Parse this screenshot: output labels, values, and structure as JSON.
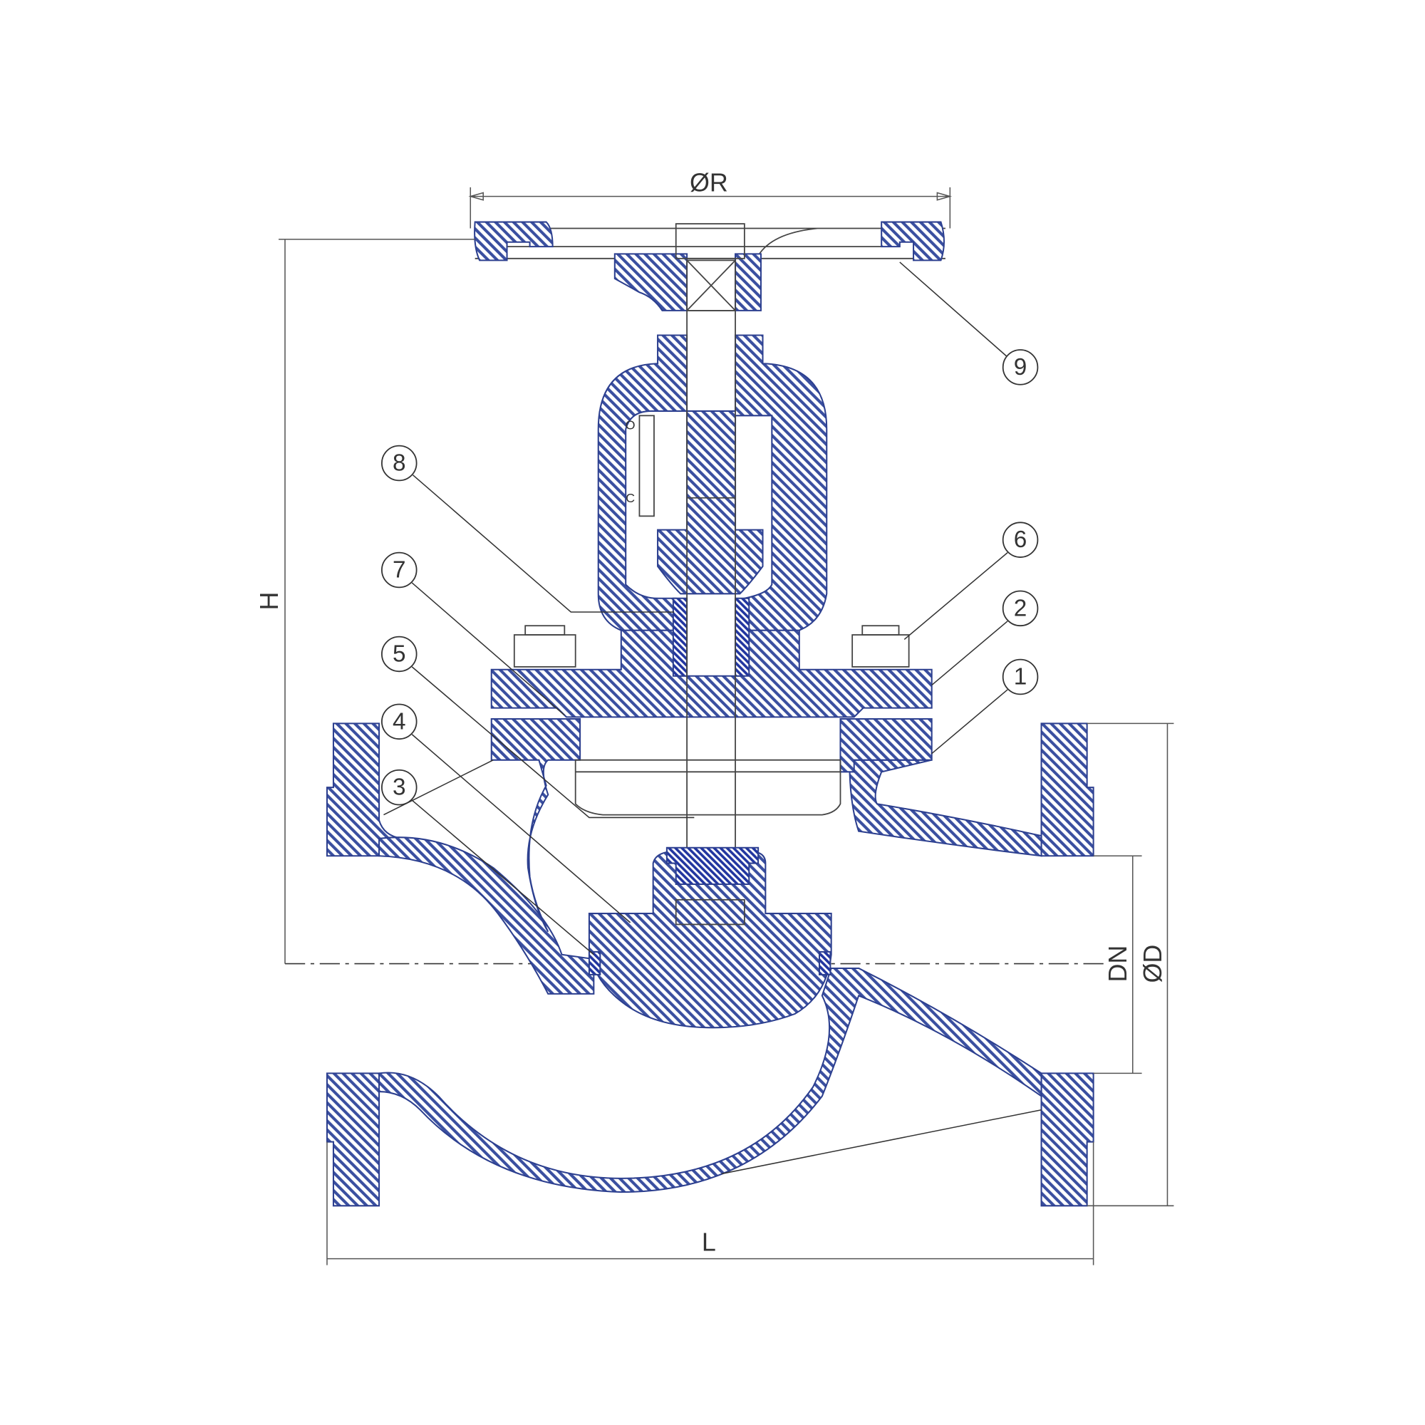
{
  "dimensions": {
    "handwheel_diameter": "ØR",
    "height": "H",
    "length": "L",
    "nominal_diameter": "DN",
    "flange_diameter": "ØD"
  },
  "indicator": {
    "open": "O",
    "closed": "C"
  },
  "balloons": [
    "1",
    "2",
    "3",
    "4",
    "5",
    "6",
    "7",
    "8",
    "9"
  ],
  "colors": {
    "hatch": "#3a4fa0",
    "outline": "#2c3f8f",
    "lines": "#444444"
  }
}
